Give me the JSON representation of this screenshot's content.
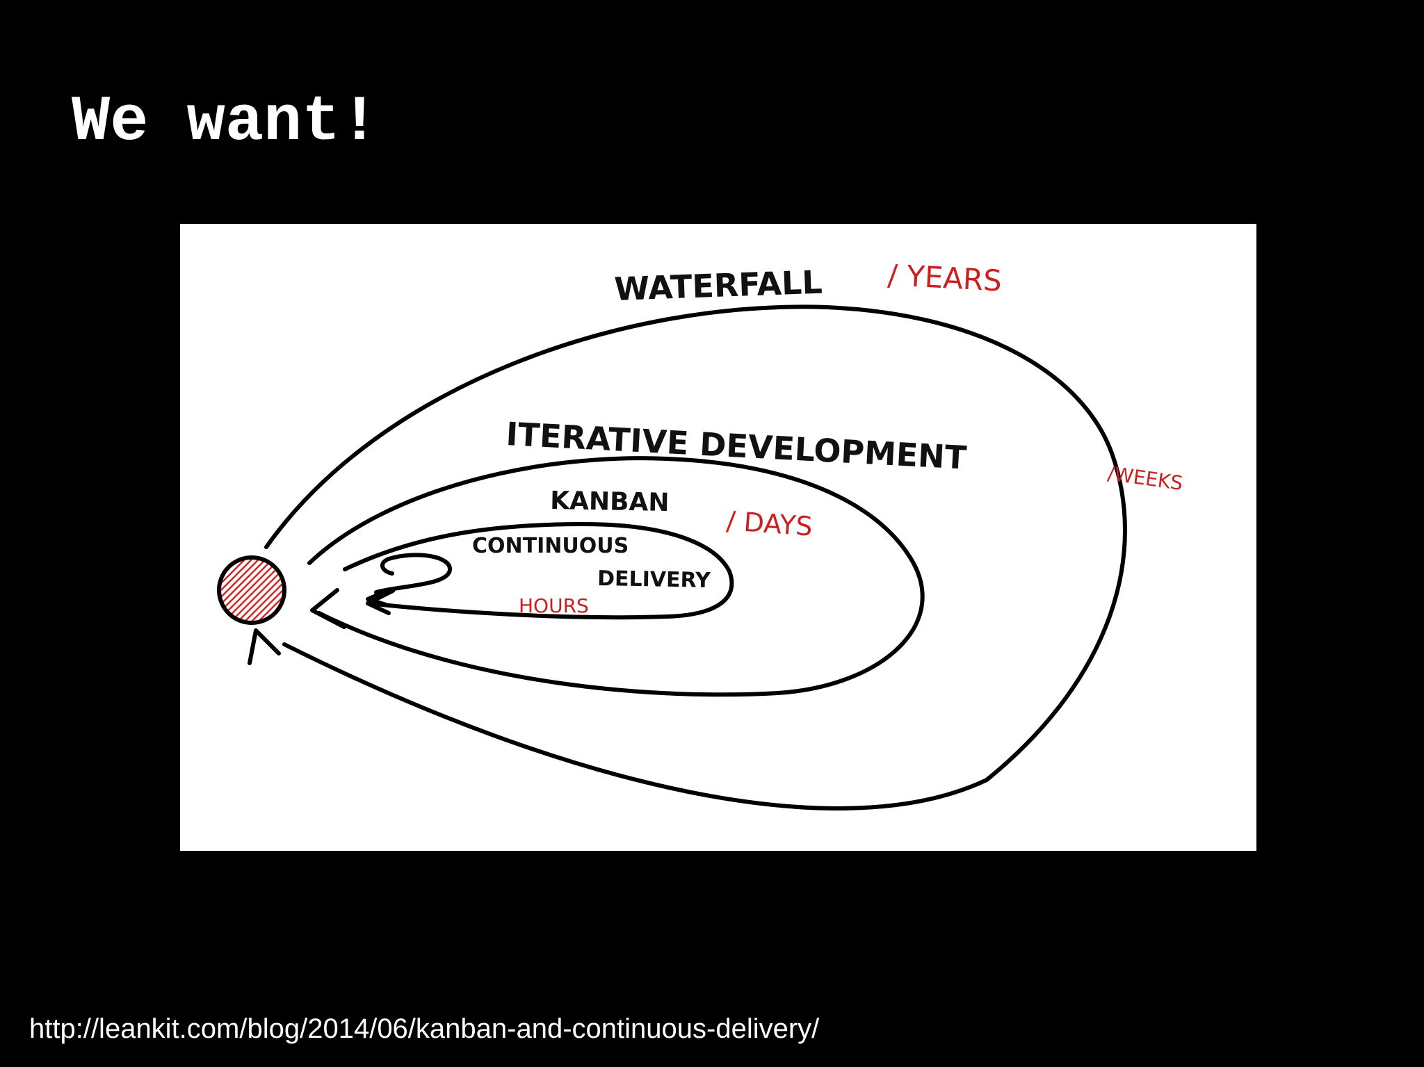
{
  "slide": {
    "title": "We want!",
    "source_url": "http://leankit.com/blog/2014/06/kanban-and-continuous-delivery/"
  },
  "diagram": {
    "loops": [
      {
        "label": "WATERFALL",
        "timescale": "/ YEARS"
      },
      {
        "label": "ITERATIVE DEVELOPMENT",
        "timescale": "/WEEKS"
      },
      {
        "label": "KANBAN",
        "timescale": "/ DAYS"
      },
      {
        "label_line1": "CONTINUOUS",
        "label_line2": "DELIVERY",
        "timescale": "HOURS"
      }
    ],
    "colors": {
      "ink": "#111111",
      "timescale": "#cc1f1f",
      "origin_dot": "#d62424"
    }
  }
}
